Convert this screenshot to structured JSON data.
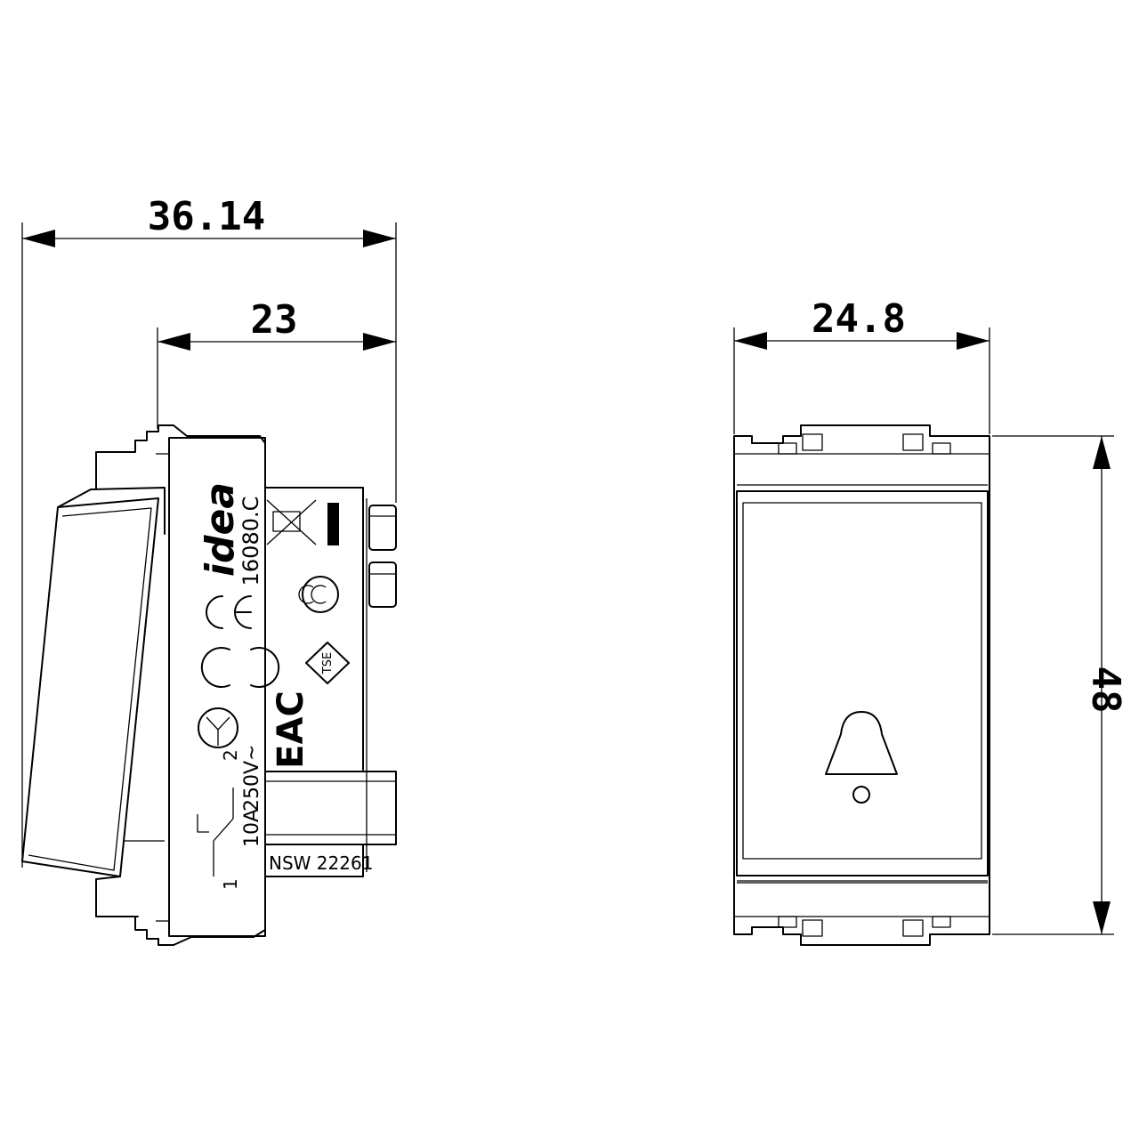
{
  "side_view": {
    "dim_overall": "36.14",
    "dim_body": "23",
    "brand": "idea",
    "article": "16080.C",
    "rating_current": "10A",
    "rating_voltage": "250V~",
    "terminal_1": "1",
    "terminal_2": "2",
    "approval_code": "NSW 22261",
    "eac_mark": "EAC",
    "tse_mark": "TSE"
  },
  "front_view": {
    "dim_width": "24.8",
    "dim_height": "48",
    "symbol": "bell-icon"
  }
}
